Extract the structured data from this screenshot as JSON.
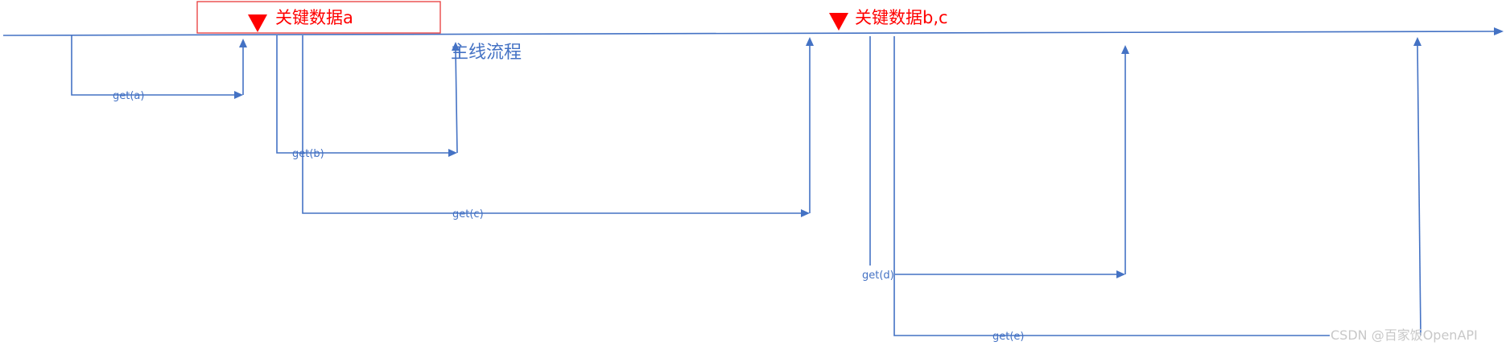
{
  "diagram": {
    "main_flow_label": "主线流程",
    "key_points": [
      {
        "label": "关键数据a"
      },
      {
        "label": "关键数据b,c"
      }
    ],
    "calls": [
      {
        "label": "get(a)"
      },
      {
        "label": "get(b)"
      },
      {
        "label": "get(c)"
      },
      {
        "label": "get(d)"
      },
      {
        "label": "get(e)"
      }
    ],
    "watermark": "CSDN @百家饭OpenAPI"
  },
  "colors": {
    "flow": "#4472c4",
    "key": "#ff0000"
  }
}
